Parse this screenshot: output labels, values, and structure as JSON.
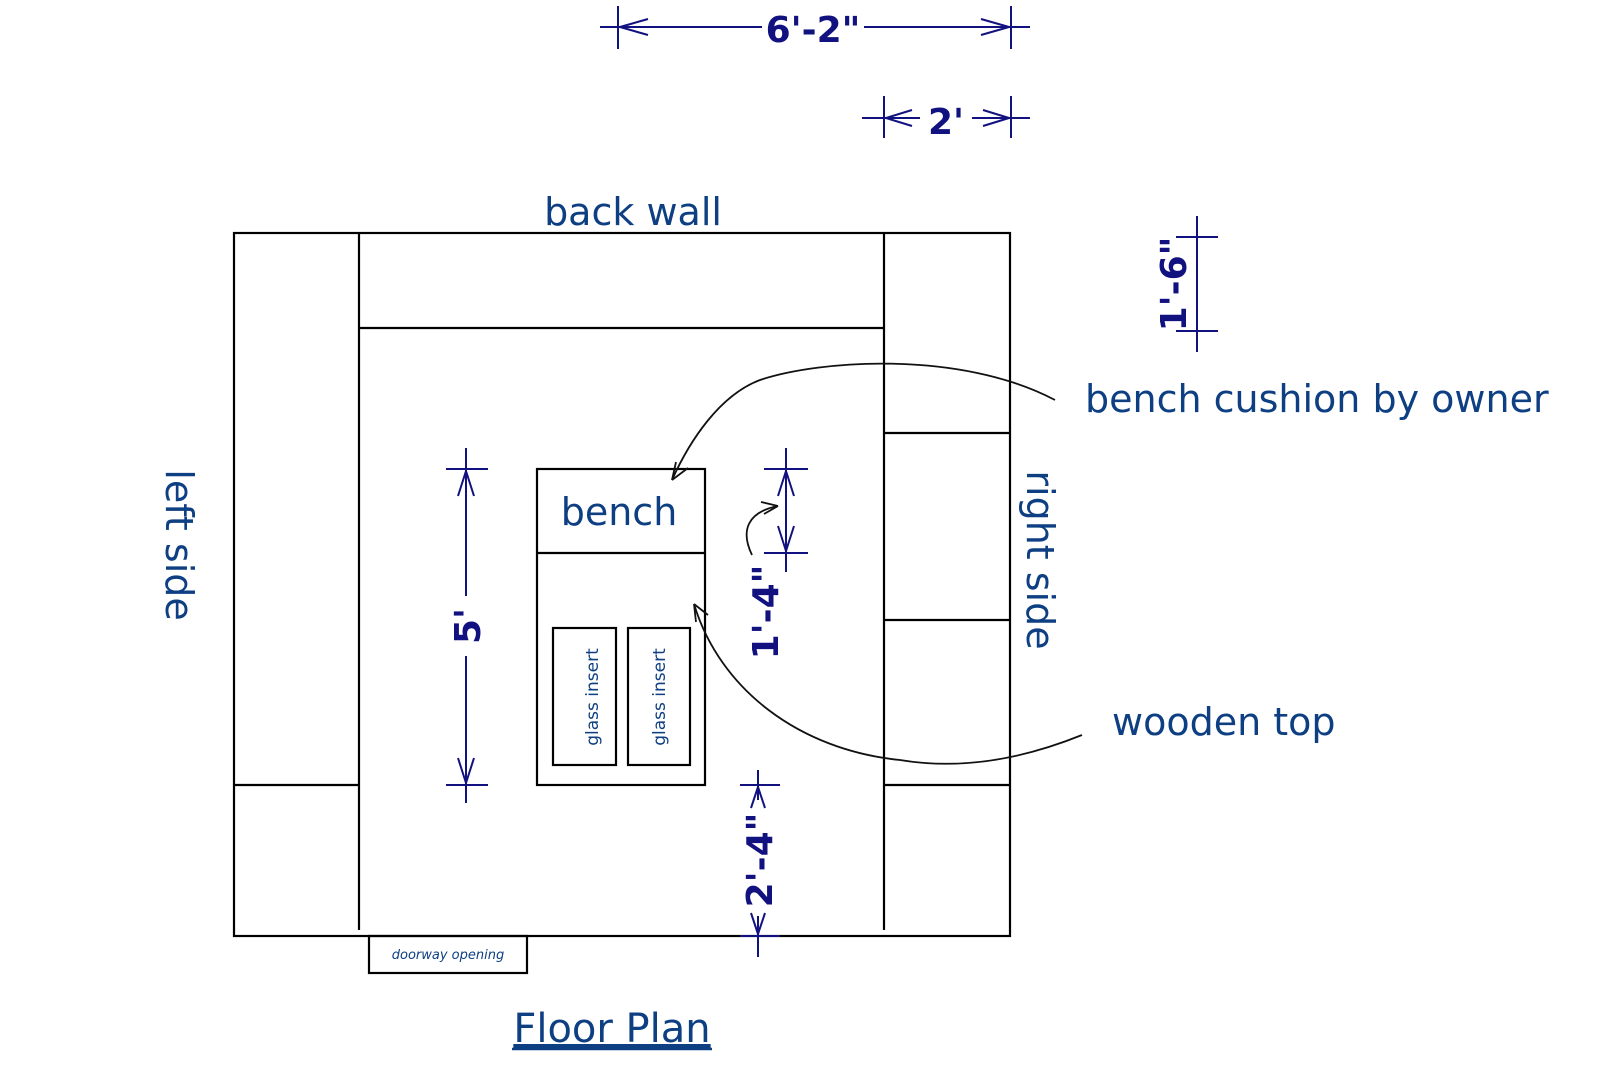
{
  "title": "Floor Plan",
  "labels": {
    "back_wall": "back wall",
    "left_side": "left side",
    "right_side": "right side",
    "bench": "bench",
    "glass_insert_1": "glass insert",
    "glass_insert_2": "glass insert",
    "doorway": "doorway opening"
  },
  "callouts": {
    "bench_cushion": "bench cushion by owner",
    "wooden_top": "wooden top"
  },
  "dimensions": {
    "overall_width": "6'-2\"",
    "side_depth": "2'",
    "shelf_height": "1'-6\"",
    "bench_length": "5'",
    "cushion_depth": "1'-4\"",
    "front_clearance": "2'-4\""
  },
  "colors": {
    "label": "#0d3f82",
    "dimension": "#11117f",
    "structure": "#000000"
  }
}
